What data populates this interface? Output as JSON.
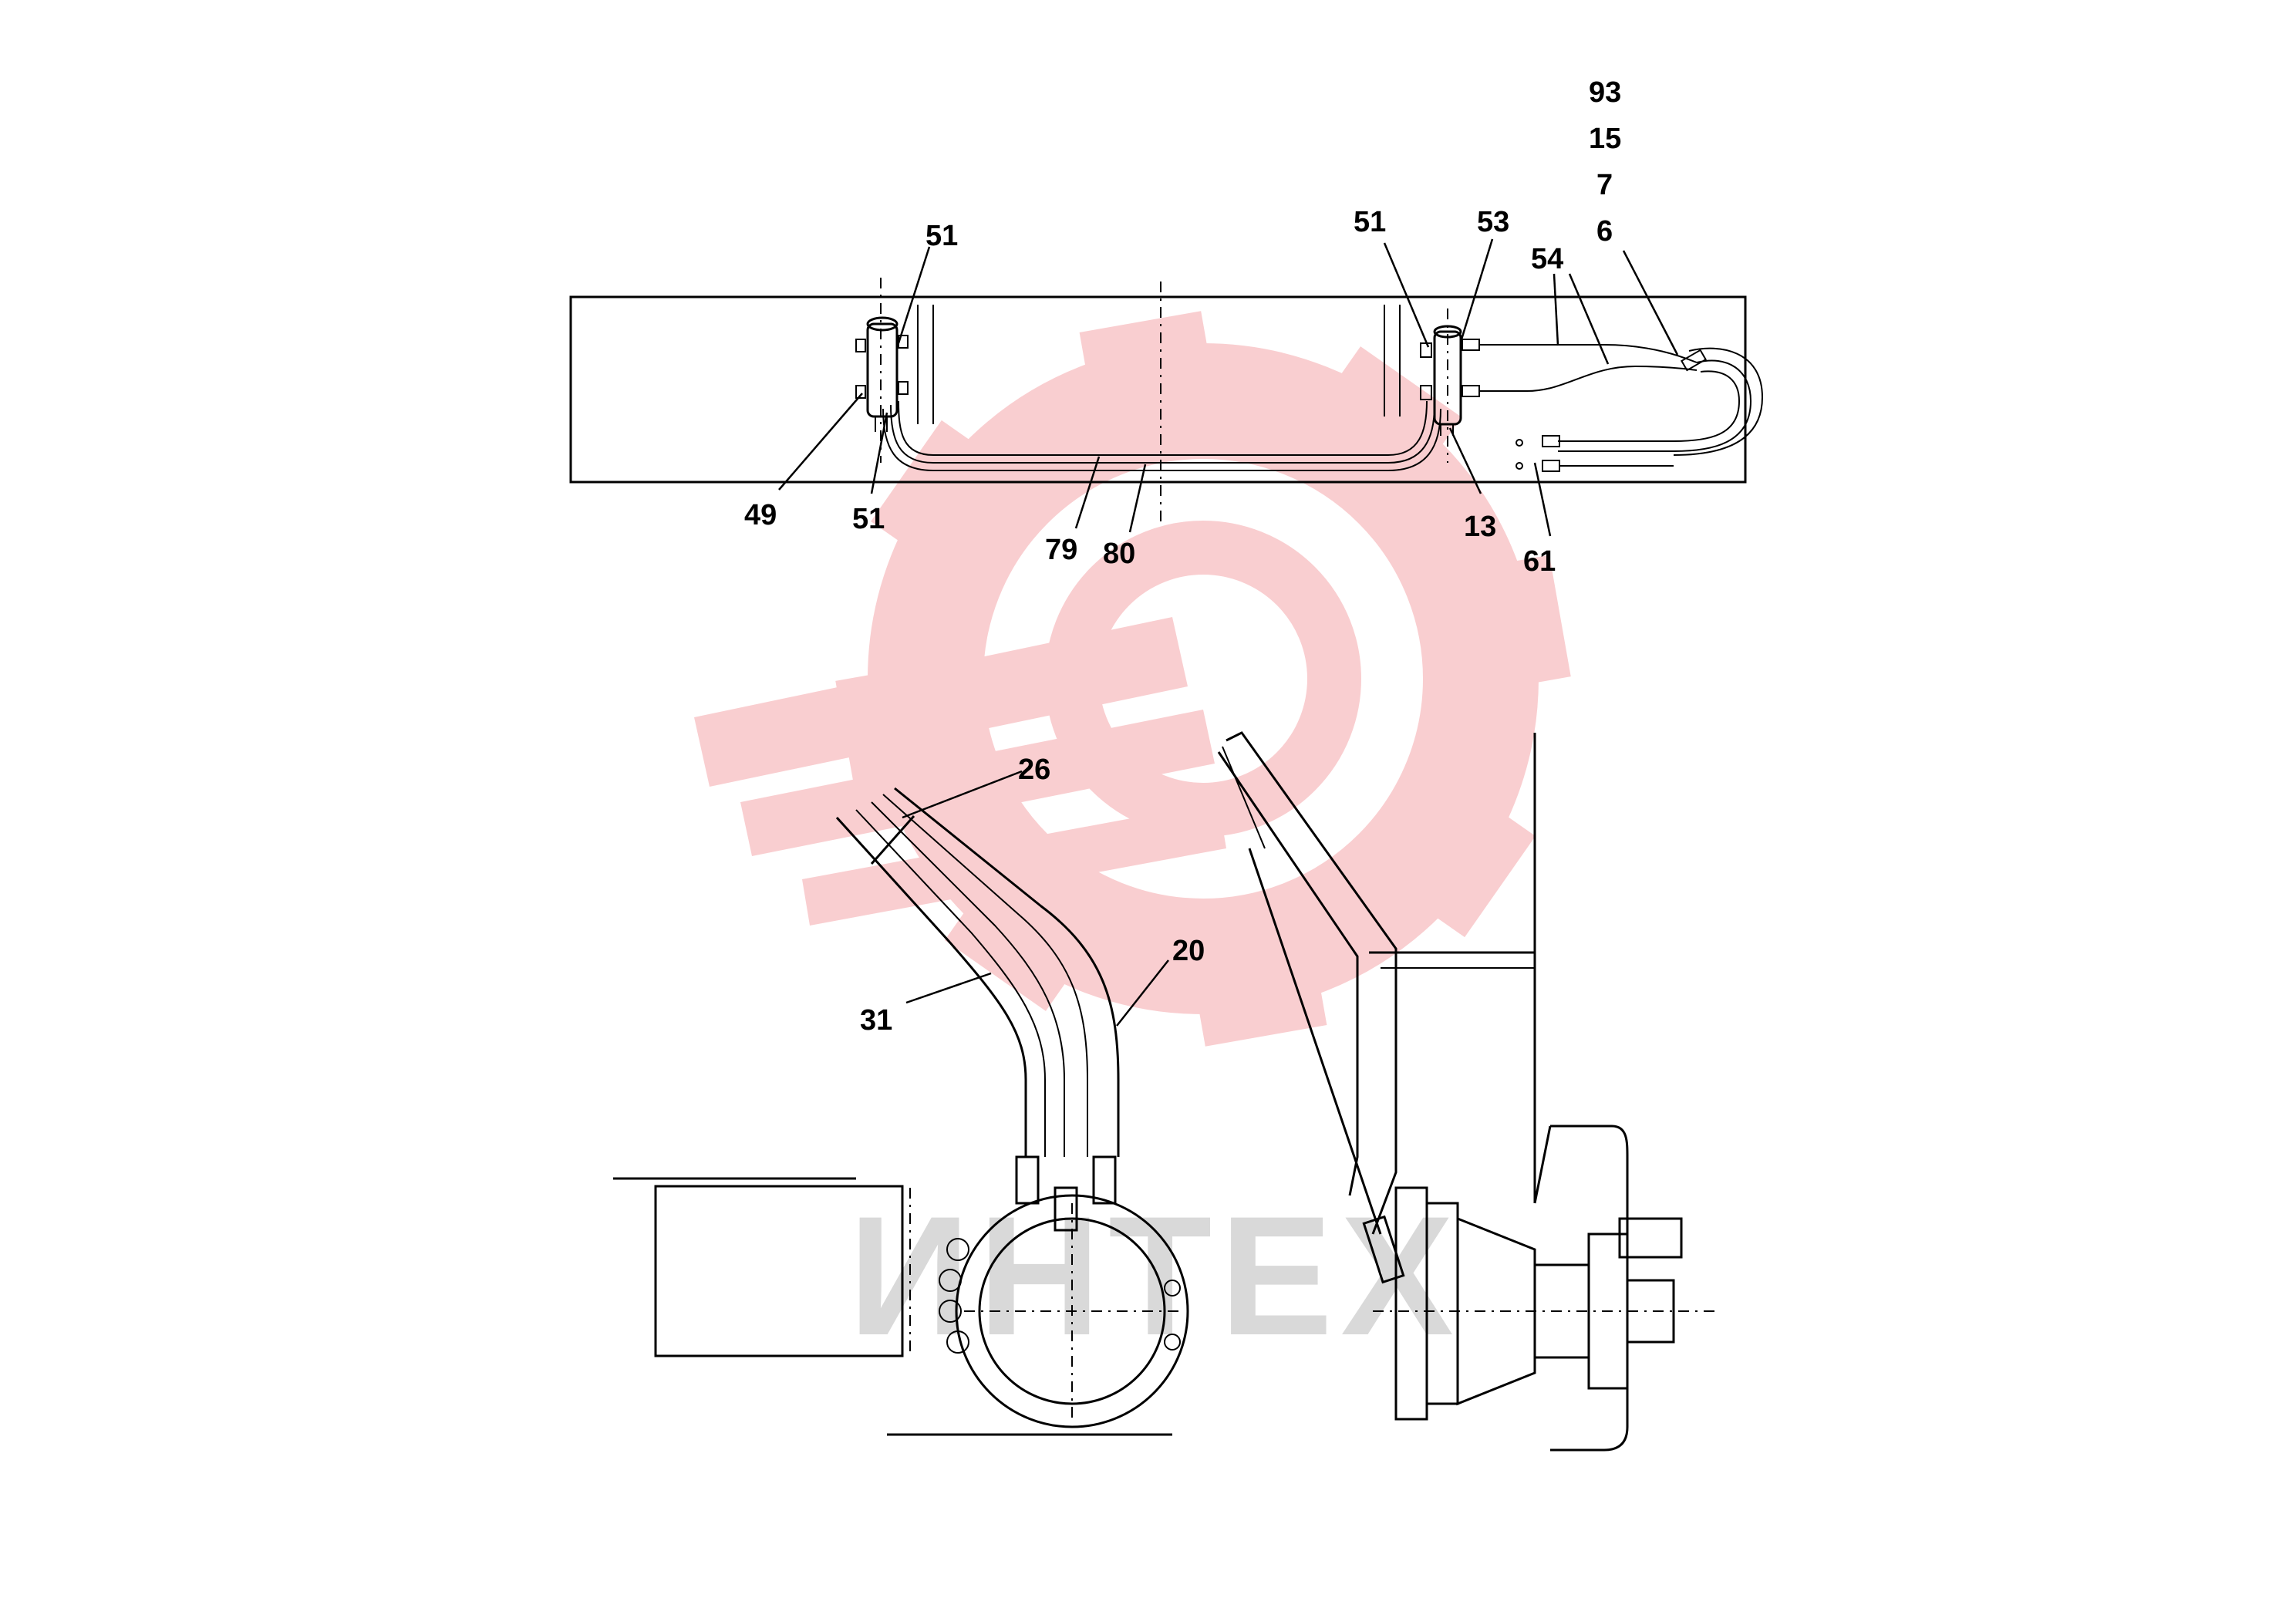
{
  "watermark": {
    "text": "ИНТЕХ",
    "logo_color": "#f9c9cb",
    "text_color": "#d9d9d9"
  },
  "callouts": {
    "c93": "93",
    "c15": "15",
    "c7": "7",
    "c6": "6",
    "c51_top_left": "51",
    "c51_top_right": "51",
    "c53": "53",
    "c54": "54",
    "c49": "49",
    "c51_bottom_left": "51",
    "c79": "79",
    "c80": "80",
    "c13": "13",
    "c61": "61",
    "c26": "26",
    "c20": "20",
    "c31": "31"
  }
}
